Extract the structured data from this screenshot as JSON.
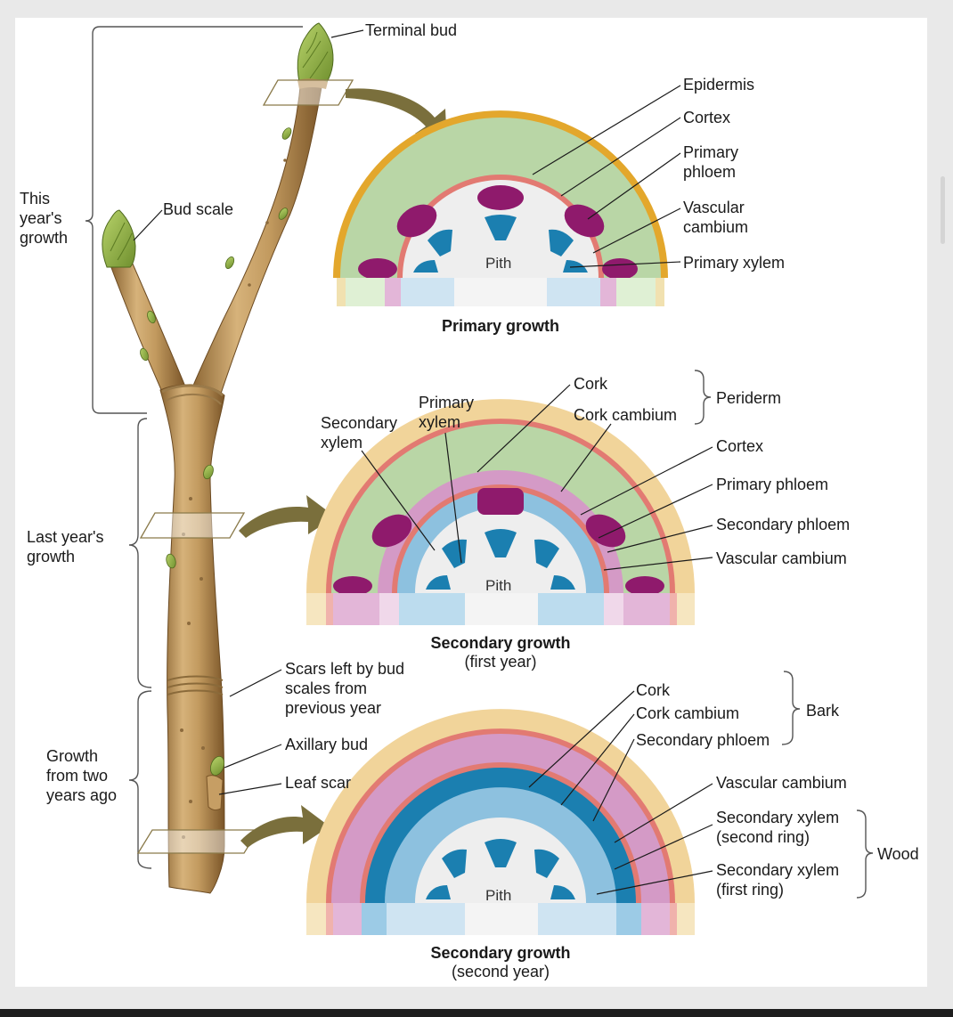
{
  "labels": {
    "terminal_bud": "Terminal bud",
    "bud_scale": "Bud scale",
    "this_years_growth": "This\nyear's\ngrowth",
    "last_years_growth": "Last year's\ngrowth",
    "growth_two_years": "Growth\nfrom two\nyears ago",
    "scars": "Scars left by bud\nscales from\nprevious year",
    "axillary_bud": "Axillary bud",
    "leaf_scar": "Leaf scar"
  },
  "primary": {
    "epidermis": "Epidermis",
    "cortex": "Cortex",
    "primary_phloem": "Primary\nphloem",
    "vascular_cambium": "Vascular\ncambium",
    "primary_xylem": "Primary xylem",
    "pith": "Pith",
    "caption": "Primary growth"
  },
  "secondary1": {
    "cork": "Cork",
    "cork_cambium": "Cork cambium",
    "periderm": "Periderm",
    "cortex": "Cortex",
    "primary_phloem": "Primary phloem",
    "secondary_phloem": "Secondary phloem",
    "vascular_cambium": "Vascular cambium",
    "primary_xylem": "Primary\nxylem",
    "secondary_xylem": "Secondary\nxylem",
    "pith": "Pith",
    "caption": "Secondary growth",
    "subcaption": "(first year)"
  },
  "secondary2": {
    "cork": "Cork",
    "cork_cambium": "Cork cambium",
    "secondary_phloem": "Secondary phloem",
    "bark": "Bark",
    "vascular_cambium": "Vascular cambium",
    "xylem_second_ring": "Secondary xylem\n(second ring)",
    "xylem_first_ring": "Secondary xylem\n(first ring)",
    "wood": "Wood",
    "pith": "Pith",
    "caption": "Secondary growth",
    "subcaption": "(second year)"
  },
  "colors": {
    "epidermis": "#e3a72c",
    "cortex": "#b9d6a6",
    "phloem": "#8f1a6c",
    "cambium": "#e27a72",
    "xylem": "#1b7fb0",
    "pith": "#eeeeee",
    "cork": "#f1d49a",
    "secondary_phloem": "#d49ac6",
    "xylem_light": "#8dc1df",
    "arrow": "#7a6f3c",
    "stem": "#b48a50"
  }
}
